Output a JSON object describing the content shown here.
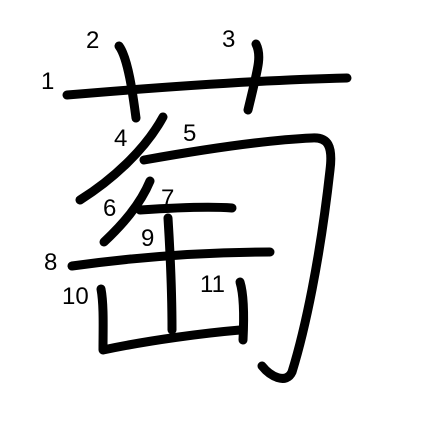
{
  "character": {
    "stroke_color": "#000000",
    "background_color": "#ffffff",
    "number_color": "#000000",
    "stroke_count": 11
  },
  "stroke_numbers": [
    "1",
    "2",
    "3",
    "4",
    "5",
    "6",
    "7",
    "8",
    "9",
    "10",
    "11"
  ]
}
